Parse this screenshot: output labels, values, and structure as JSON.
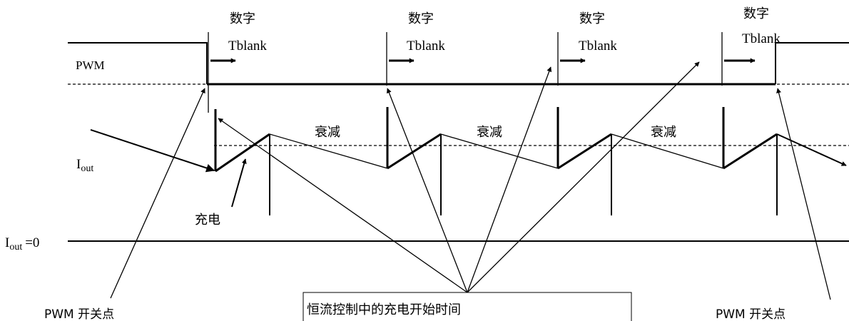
{
  "labels": {
    "pwm": "PWM",
    "iout_base": "I",
    "iout_sub": "out",
    "iout_zero_suffix": "=0",
    "digital": "数字",
    "tblank": "Tblank",
    "decay": "衰减",
    "charge": "充电",
    "pwm_switch_point": "PWM 开关点",
    "callout": "恒流控制中的充电开始时间"
  },
  "colors": {
    "ink": "#000000",
    "background": "#ffffff"
  }
}
